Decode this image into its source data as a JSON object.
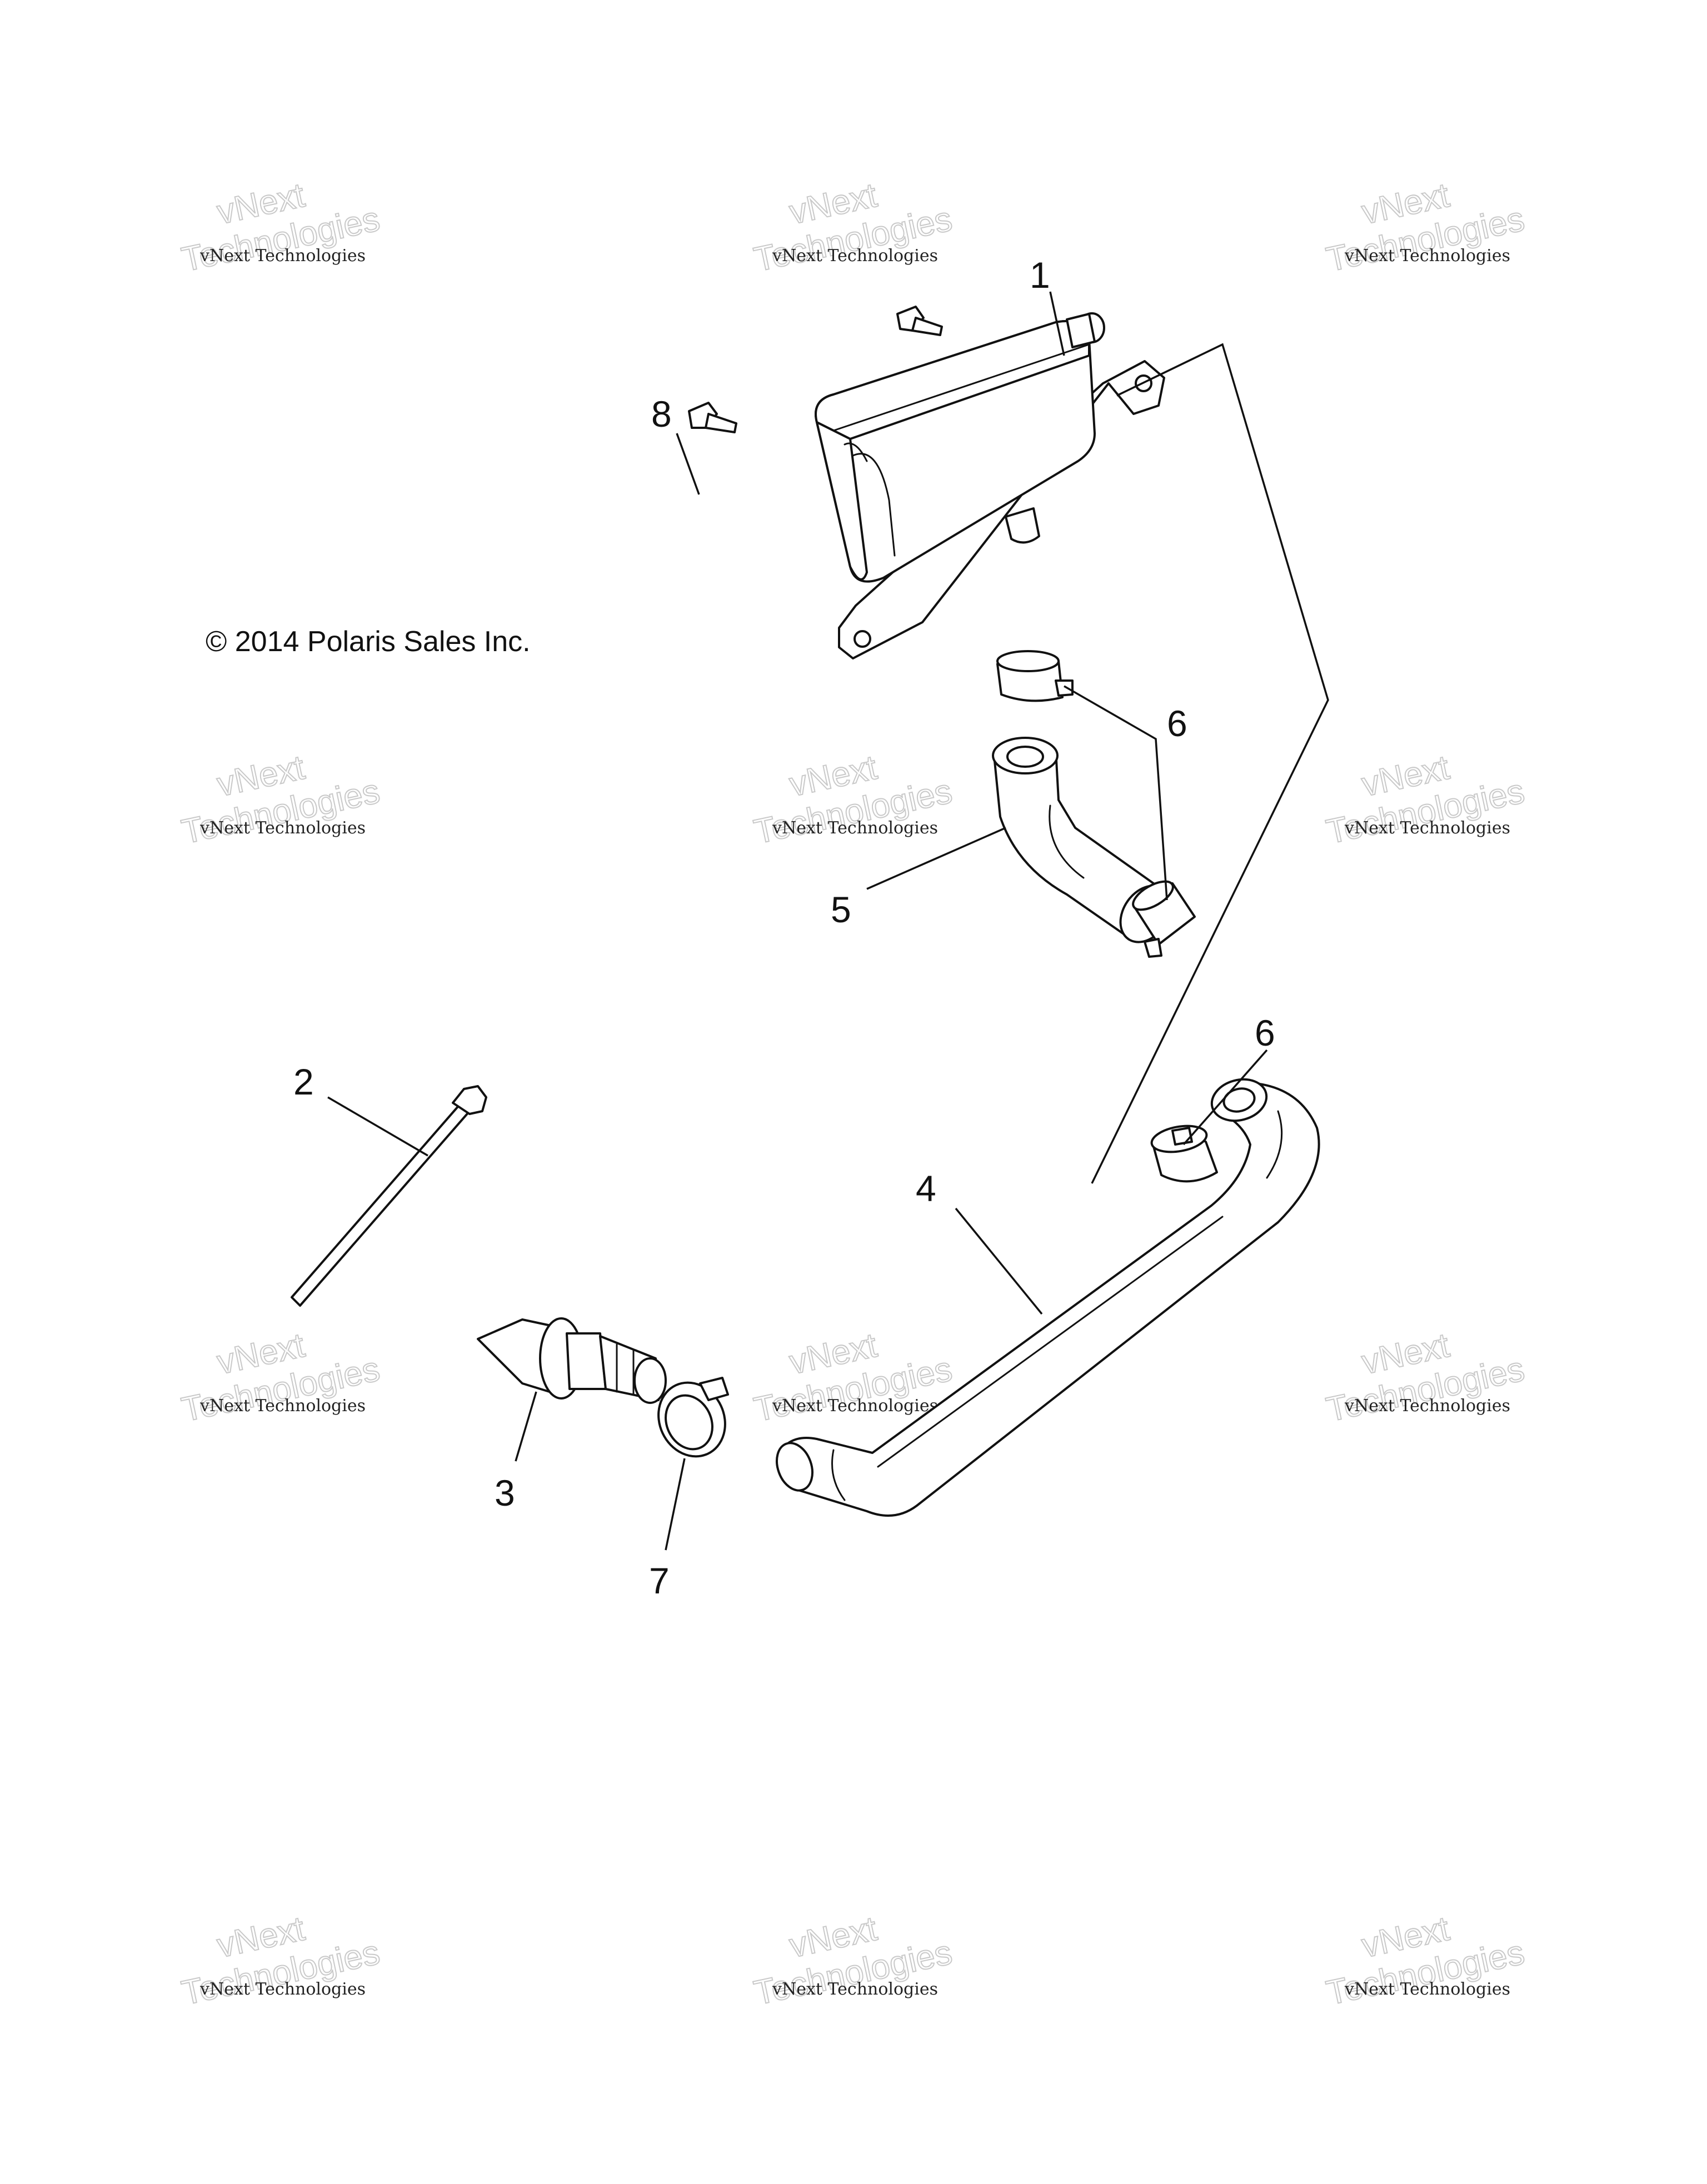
{
  "copyright": "© 2014 Polaris Sales Inc.",
  "watermark": {
    "line1": "vNext Technologies",
    "overlay_top": "vNext",
    "overlay_bottom": "Technologies"
  },
  "callouts": {
    "c1": "1",
    "c2": "2",
    "c3": "3",
    "c4": "4",
    "c5": "5",
    "c6a": "6",
    "c6b": "6",
    "c7": "7",
    "c8": "8"
  },
  "icons": {
    "reservoir": "coolant-reservoir-icon",
    "tie_strap": "cable-tie-icon",
    "fitting": "hose-fitting-icon",
    "hose_long": "long-hose-icon",
    "hose_elbow": "elbow-hose-icon",
    "clamp": "hose-clamp-icon",
    "screw": "screw-icon"
  }
}
